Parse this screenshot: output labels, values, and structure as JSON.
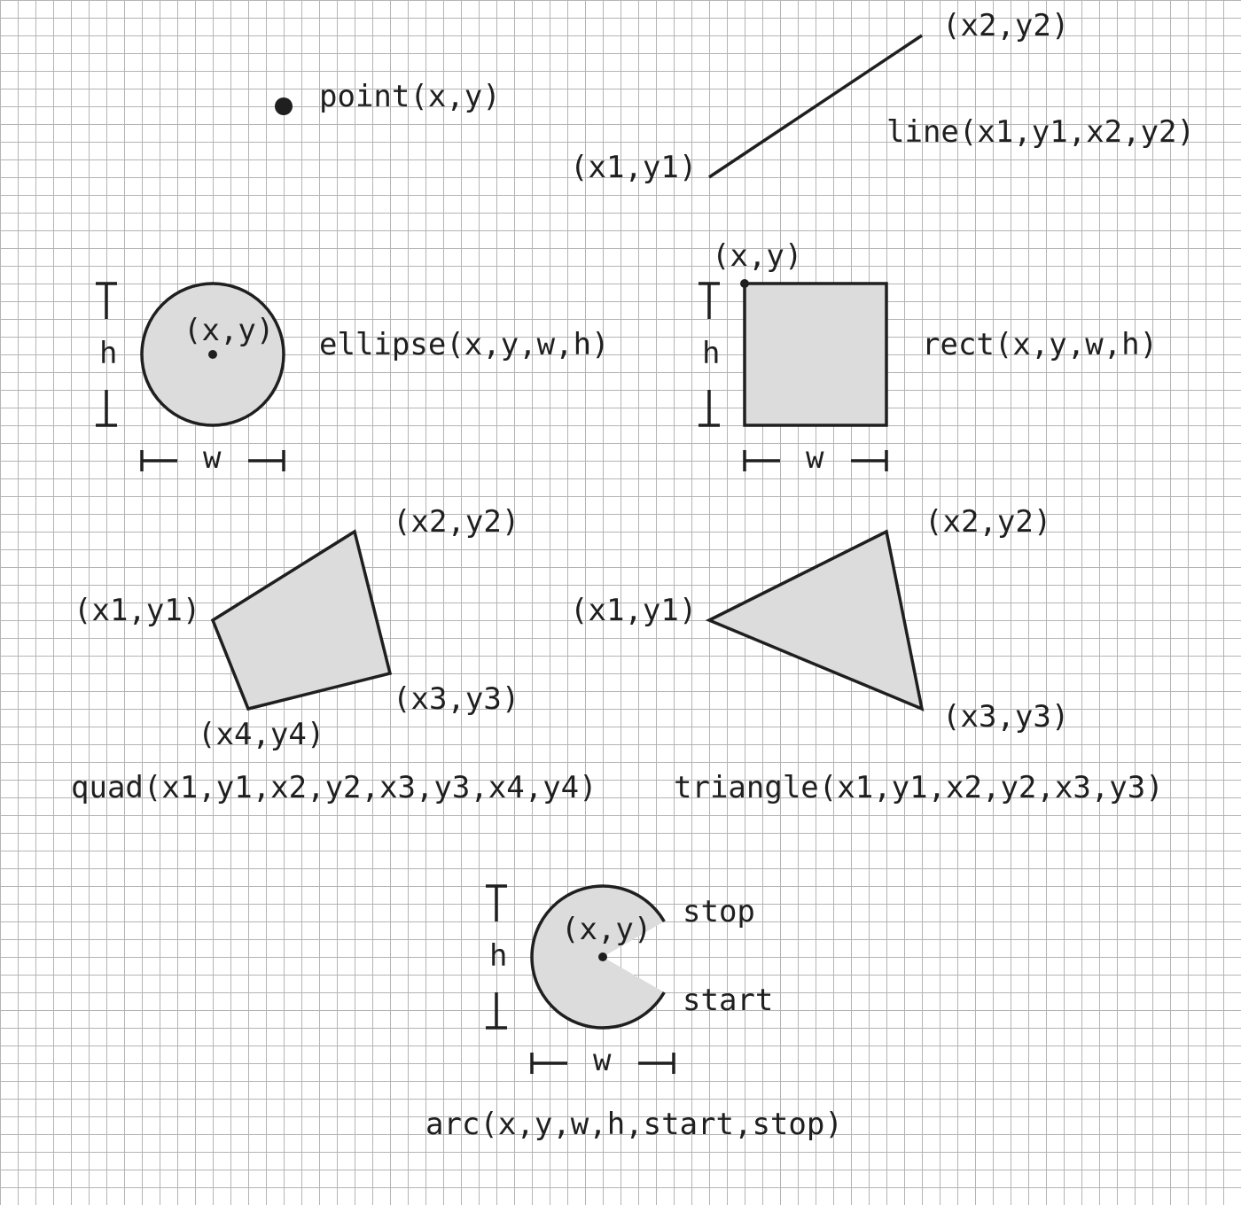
{
  "colors": {
    "background": "#ffffff",
    "grid": "#b4b4b4",
    "shape_fill": "#dcdcdc",
    "stroke": "#1f1f1f"
  },
  "point": {
    "signature": "point(x,y)"
  },
  "line": {
    "signature": "line(x1,y1,x2,y2)",
    "p1": "(x1,y1)",
    "p2": "(x2,y2)"
  },
  "ellipse": {
    "signature": "ellipse(x,y,w,h)",
    "center": "(x,y)",
    "w": "w",
    "h": "h"
  },
  "rect": {
    "signature": "rect(x,y,w,h)",
    "corner": "(x,y)",
    "w": "w",
    "h": "h"
  },
  "quad": {
    "signature": "quad(x1,y1,x2,y2,x3,y3,x4,y4)",
    "p1": "(x1,y1)",
    "p2": "(x2,y2)",
    "p3": "(x3,y3)",
    "p4": "(x4,y4)"
  },
  "triangle": {
    "signature": "triangle(x1,y1,x2,y2,x3,y3)",
    "p1": "(x1,y1)",
    "p2": "(x2,y2)",
    "p3": "(x3,y3)"
  },
  "arc": {
    "signature": "arc(x,y,w,h,start,stop)",
    "center": "(x,y)",
    "w": "w",
    "h": "h",
    "start": "start",
    "stop": "stop"
  }
}
